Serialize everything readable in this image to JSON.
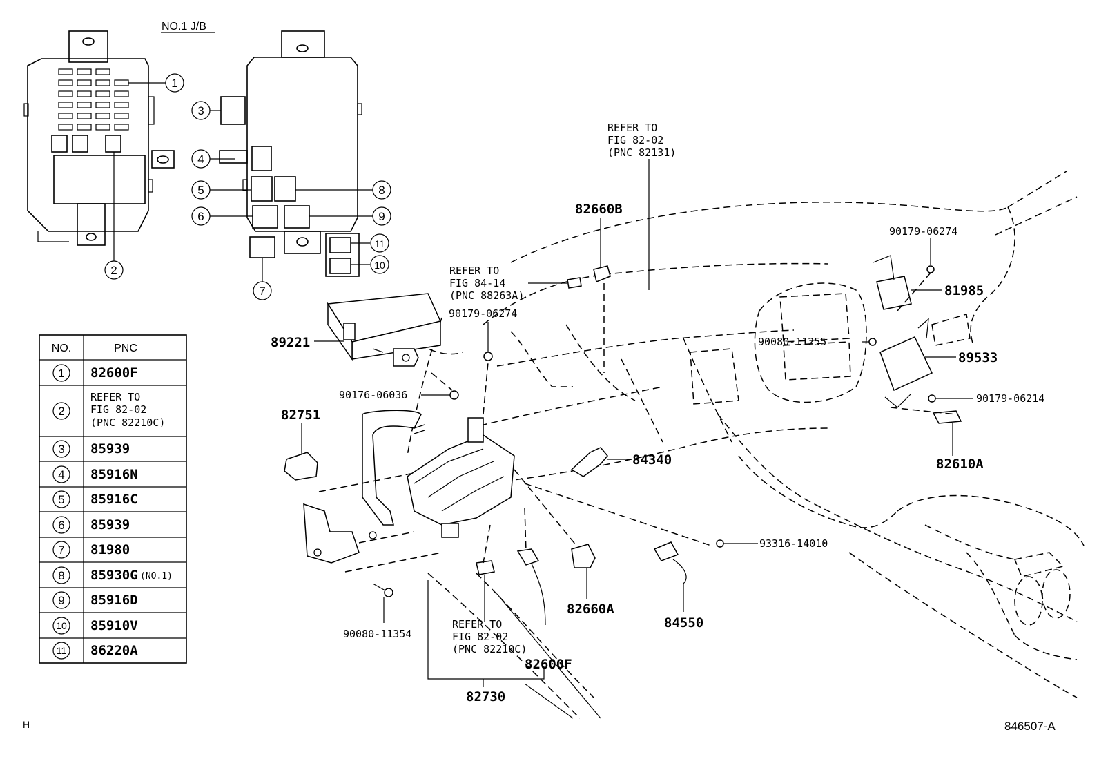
{
  "jb_title": "NO.1 J/B",
  "table": {
    "header_no": "NO.",
    "header_pnc": "PNC",
    "rows": [
      {
        "no": "1",
        "pnc": "82600F"
      },
      {
        "no": "2",
        "pnc": "",
        "ref1": "REFER TO",
        "ref2": "FIG  82-02",
        "ref3": "(PNC 82210C)"
      },
      {
        "no": "3",
        "pnc": "85939"
      },
      {
        "no": "4",
        "pnc": "85916N"
      },
      {
        "no": "5",
        "pnc": "85916C"
      },
      {
        "no": "6",
        "pnc": "85939"
      },
      {
        "no": "7",
        "pnc": "81980"
      },
      {
        "no": "8",
        "pnc": "85930G",
        "suffix": "(NO.1)"
      },
      {
        "no": "9",
        "pnc": "85916D"
      },
      {
        "no": "10",
        "pnc": "85910V"
      },
      {
        "no": "11",
        "pnc": "86220A"
      }
    ]
  },
  "callouts": [
    "1",
    "2",
    "3",
    "4",
    "5",
    "6",
    "7",
    "8",
    "9",
    "10",
    "11"
  ],
  "parts": {
    "p89221": "89221",
    "p82751": "82751",
    "p82660b": "82660B",
    "p81985": "81985",
    "p89533": "89533",
    "p82610a": "82610A",
    "p84340": "84340",
    "p82660a": "82660A",
    "p84550": "84550",
    "p82600f": "82600F",
    "p82730": "82730",
    "b90179_06274_top": "90179-06274",
    "b90179_06274_mid": "90179-06274",
    "b90080_11255": "90080-11255",
    "b90179_06214": "90179-06214",
    "b90176_06036": "90176-06036",
    "b93316_14010": "93316-14010",
    "b90080_11354": "90080-11354"
  },
  "refs": {
    "ref_82131": [
      "REFER TO",
      "FIG  82-02",
      "(PNC 82131)"
    ],
    "ref_88263a": [
      "REFER TO",
      "FIG  84-14",
      "(PNC 88263A)"
    ],
    "ref_82210c": [
      "REFER TO",
      "FIG  82-02",
      "(PNC 82210C)"
    ]
  },
  "corner_left": "H",
  "corner_right": "846507-A"
}
